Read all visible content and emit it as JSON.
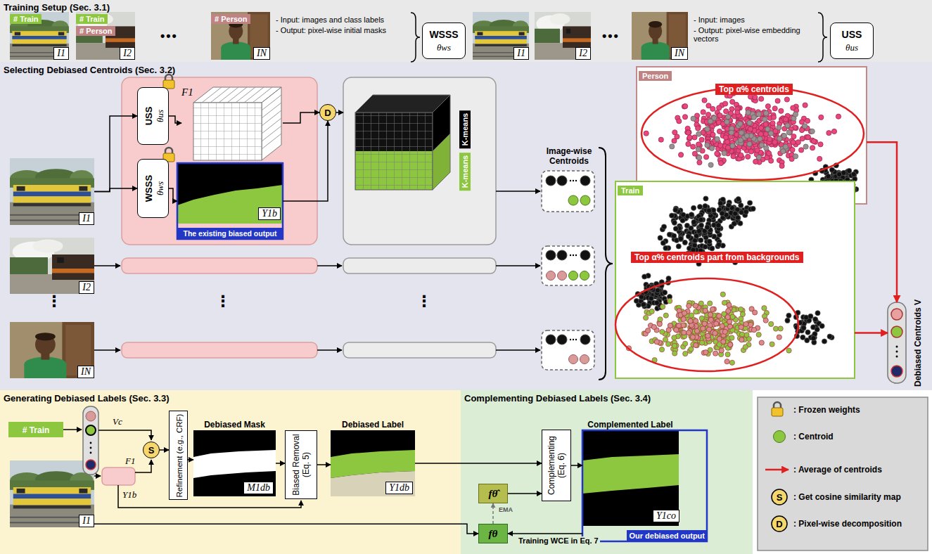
{
  "diagram": {
    "nodes": [
      {
        "text": [
          "Training Setup (Sec. 3.1)"
        ]
      },
      {
        "text": [
          "# Train",
          "I1"
        ],
        "in": 0
      },
      {
        "text": [
          "# Train",
          "# Person",
          "I2"
        ],
        "in": 0
      },
      {
        "text": [
          "# Person",
          "IN"
        ],
        "in": 0
      },
      {
        "text": [
          "WSSS",
          "θws"
        ],
        "in": 0
      },
      {
        "text": [
          "I1"
        ],
        "in": 0
      },
      {
        "text": [
          "I2"
        ],
        "in": 0
      },
      {
        "text": [
          "IN"
        ],
        "in": 0
      },
      {
        "text": [
          "USS",
          "θus"
        ],
        "in": 0
      },
      {
        "text": [
          "Selecting Debiased Centroids (Sec. 3.2)"
        ]
      },
      {
        "text": [
          "I1"
        ],
        "in": 9
      },
      {
        "text": [
          "USS",
          "θus"
        ],
        "in": 9
      },
      {
        "text": [
          "WSSS",
          "θws"
        ],
        "in": 9
      },
      {
        "text": [
          "F1"
        ],
        "in": 9
      },
      {
        "text": [
          "Y1b",
          "The existing biased output"
        ],
        "in": 9
      },
      {
        "text": [
          "D"
        ],
        "in": 9
      },
      {
        "text": [
          "K-means",
          "K-means"
        ],
        "in": 9
      },
      {
        "text": [
          "I2"
        ],
        "in": 9
      },
      {
        "text": [
          "IN"
        ],
        "in": 9
      },
      {
        "text": [
          "Person",
          "Top α% centroids"
        ],
        "in": 9
      },
      {
        "text": [
          "Train",
          "Top α% centroids part from backgrounds"
        ],
        "in": 9
      },
      {
        "text": [
          "Debiased Centroids V"
        ],
        "in": 9
      },
      {
        "text": [
          "Generating Debiased Labels (Sec. 3.3)"
        ]
      },
      {
        "text": [
          "# Train"
        ],
        "in": 22
      },
      {
        "text": [
          "S"
        ],
        "in": 22
      },
      {
        "text": [
          "I1"
        ],
        "in": 22
      },
      {
        "text": [
          "Refinement (e.g., CRF)"
        ],
        "in": 22
      },
      {
        "text": [
          "Debiased Mask",
          "M1db"
        ],
        "in": 22
      },
      {
        "text": [
          "Biased Removal (Eq. 5)"
        ],
        "in": 22
      },
      {
        "text": [
          "Debiased Label",
          "Y1db"
        ],
        "in": 22
      },
      {
        "text": [
          "Complementing Debiased Labels (Sec. 3.4)"
        ]
      },
      {
        "text": [
          "Complementing (Eq. 6)"
        ],
        "in": 30
      },
      {
        "text": [
          "Complemented Label",
          "Y1co",
          "Our debiased output"
        ],
        "in": 30
      },
      {
        "text": [
          "fθ̂"
        ],
        "in": 30
      },
      {
        "text": [
          "fθ"
        ],
        "in": 30
      }
    ],
    "edges": [
      {
        "from": 10,
        "to": 11,
        "arrow": "to"
      },
      {
        "from": 10,
        "to": 12,
        "arrow": "to"
      },
      {
        "from": 11,
        "to": 13,
        "arrow": "to"
      },
      {
        "from": 12,
        "to": 14,
        "arrow": "to"
      },
      {
        "from": 13,
        "to": 15,
        "arrow": "to"
      },
      {
        "from": 14,
        "to": 15,
        "arrow": "to"
      },
      {
        "from": 15,
        "to": 16,
        "arrow": "to"
      },
      {
        "from": 19,
        "to": 21,
        "arrow": "to"
      },
      {
        "from": 20,
        "to": 21,
        "arrow": "to"
      },
      {
        "from": 24,
        "to": 26,
        "arrow": "to"
      },
      {
        "from": 26,
        "to": 27,
        "arrow": "to"
      },
      {
        "from": 27,
        "to": 28,
        "arrow": "to"
      },
      {
        "from": 28,
        "to": 29,
        "arrow": "to"
      },
      {
        "from": 29,
        "to": 31,
        "arrow": "to"
      },
      {
        "from": 33,
        "to": 31,
        "arrow": "to"
      },
      {
        "from": 31,
        "to": 32,
        "arrow": "to"
      },
      {
        "from": 32,
        "to": 34,
        "label": "Training WCE in Eq. 7",
        "arrow": "to"
      },
      {
        "from": 34,
        "to": 33,
        "label": "EMA",
        "arrow": "to"
      },
      {
        "from": 25,
        "to": 34,
        "arrow": "to"
      }
    ],
    "labels": [
      "•••",
      "- Input: images and class labels",
      "- Output: pixel-wise initial masks",
      "•••",
      "- Input: images",
      "- Output: pixel-wise embedding vectors",
      "Image-wise Centroids",
      "⋮",
      "⋮",
      "⋮",
      "Vc",
      "F1",
      "Y1b",
      "S",
      "D"
    ],
    "legend": [
      {
        "text": ": Frozen weights"
      },
      {
        "text": ": Centroid",
        "color": "#8dc63f"
      },
      {
        "text": ": Average of centroids"
      },
      {
        "text": ": Get cosine similarity map"
      },
      {
        "text": ": Pixel-wise decomposition"
      }
    ]
  }
}
